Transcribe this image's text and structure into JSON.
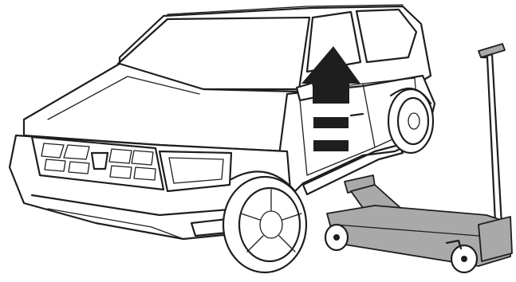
{
  "figure": {
    "subjects": [
      "car",
      "upward-arrow",
      "floor-jack"
    ],
    "colors": {
      "ink": "#1e1e1e",
      "jack_fill": "#a9a9a9",
      "background": "#ffffff"
    }
  }
}
